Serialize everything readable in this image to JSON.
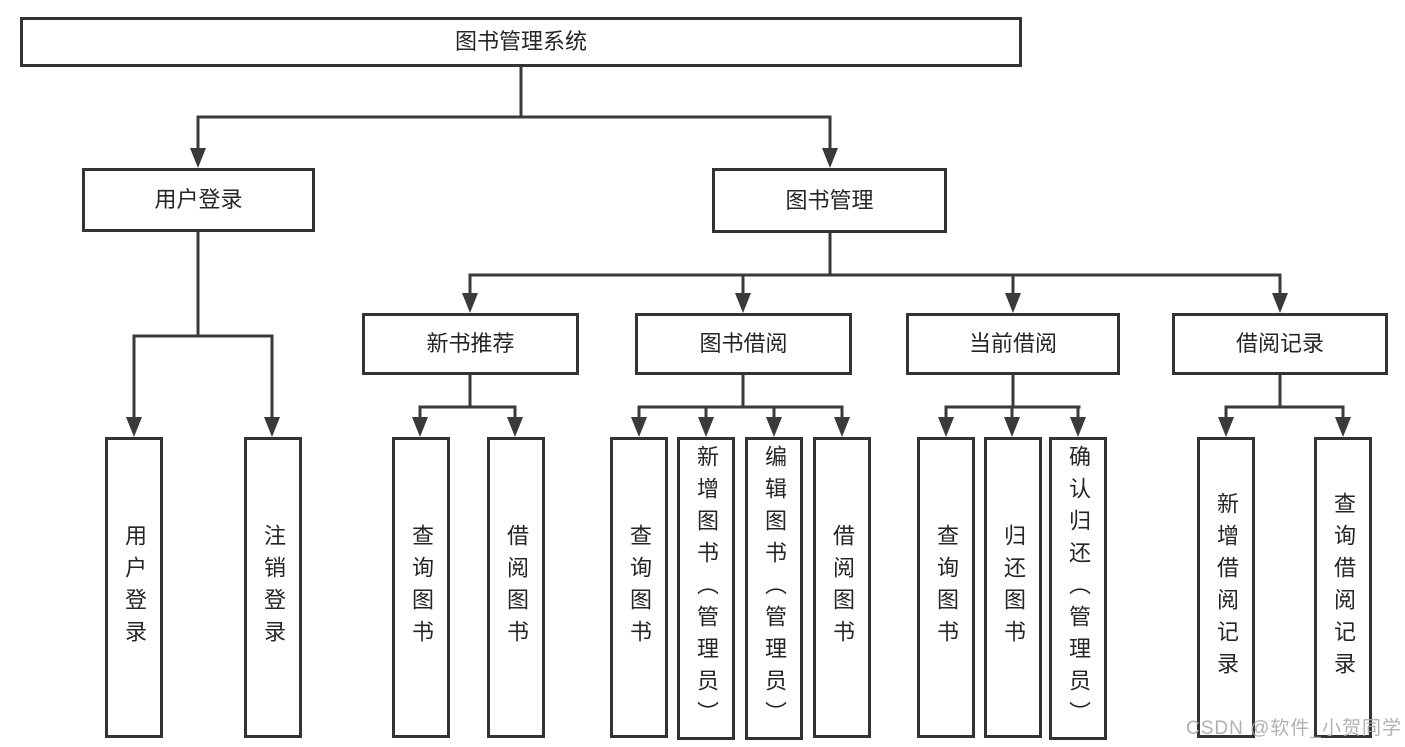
{
  "colors": {
    "line": "#3a3a3a",
    "box_border": "#333333",
    "text": "#252525",
    "watermark": "#aaaaaa"
  },
  "watermark": {
    "text": "CSDN @软件_小贺同学"
  },
  "tree": {
    "root": {
      "label": "图书管理系统"
    },
    "branches": [
      {
        "label": "用户登录",
        "children": [
          {
            "label": "用户登录"
          },
          {
            "label": "注销登录"
          }
        ]
      },
      {
        "label": "图书管理",
        "children": [
          {
            "label": "新书推荐",
            "children": [
              {
                "label": "查询图书"
              },
              {
                "label": "借阅图书"
              }
            ]
          },
          {
            "label": "图书借阅",
            "children": [
              {
                "label": "查询图书"
              },
              {
                "label": "新增图书（管理员）"
              },
              {
                "label": "编辑图书（管理员）"
              },
              {
                "label": "借阅图书"
              }
            ]
          },
          {
            "label": "当前借阅",
            "children": [
              {
                "label": "查询图书"
              },
              {
                "label": "归还图书"
              },
              {
                "label": "确认归还（管理员）"
              }
            ]
          },
          {
            "label": "借阅记录",
            "children": [
              {
                "label": "新增借阅记录"
              },
              {
                "label": "查询借阅记录"
              }
            ]
          }
        ]
      }
    ]
  }
}
